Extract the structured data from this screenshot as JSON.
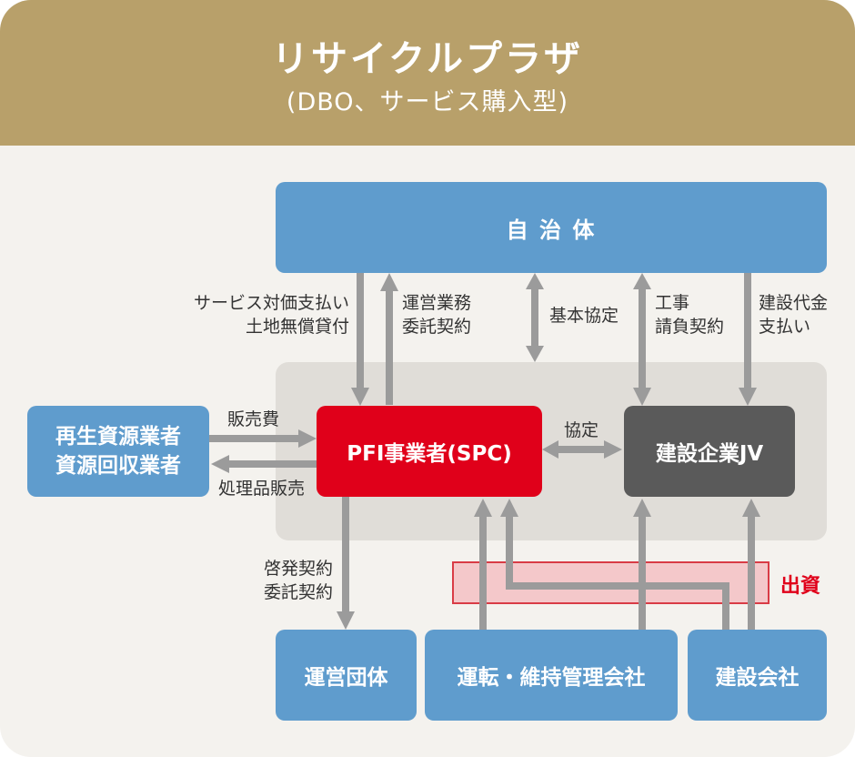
{
  "header": {
    "title": "リサイクルプラザ",
    "subtitle": "(DBO、サービス購入型)"
  },
  "nodes": {
    "municipality": "自 治 体",
    "recycler": "再生資源業者\n資源回収業者",
    "spc": "PFI事業者(SPC)",
    "construction_jv": "建設企業JV",
    "operator_org": "運営団体",
    "om_company": "運転・維持管理会社",
    "construction_company": "建設会社"
  },
  "flows": {
    "service_payment": "サービス対価支払い\n土地無償貸付",
    "operation_contract": "運営業務\n委託契約",
    "basic_agreement": "基本協定",
    "construction_contract": "工事\n請負契約",
    "construction_payment": "建設代金\n支払い",
    "sales_cost": "販売費",
    "processed_sales": "処理品販売",
    "agreement": "協定",
    "education_contract": "啓発契約\n委託契約",
    "investment": "出資"
  },
  "colors": {
    "header": "#b8a06a",
    "box_blue": "#5f9ccd",
    "spc_red": "#e0001a",
    "jv_gray": "#5a5a5a",
    "arrow": "#9b9b9b",
    "investment_fill": "#f4c8ca",
    "investment_border": "#d93c46"
  }
}
